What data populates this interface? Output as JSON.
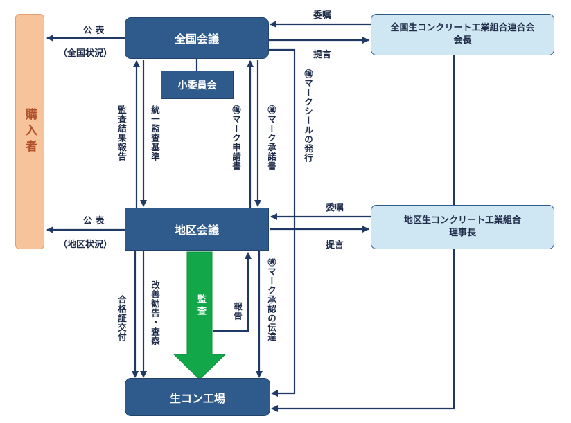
{
  "nodes": {
    "national_meeting": "全国会議",
    "subcommittee": "小委員会",
    "regional_meeting": "地区会議",
    "factory": "生コン工場",
    "buyer": "購入者",
    "national_federation": [
      "全国生コンクリート工業組合連合会",
      "会長"
    ],
    "regional_union": [
      "地区生コンクリート工業組合",
      "理事長"
    ]
  },
  "edge_labels": {
    "top_publish": "公 表",
    "top_publish_note": "（全国状況）",
    "top_entrust": "委嘱",
    "top_propose": "提言",
    "mid_publish": "公 表",
    "mid_publish_note": "（地区状況）",
    "mid_entrust": "委嘱",
    "mid_propose": "提言",
    "audit_result_report": "監査結果報告",
    "unified_audit_standard": "統一監査基準",
    "mark_application": "㊜マーク申請書",
    "mark_approval_doc": "㊜マーク承諾書",
    "mark_seal_issue": "㊜マークシールの発行",
    "certificate_issue": "合格証交付",
    "improvement_recommendation": "改善勧告・査察",
    "audit": "監査",
    "report": "報告",
    "mark_approval_notice": "㊜マーク承認の伝達"
  },
  "colors": {
    "navy": "#2f5a8c",
    "line": "#1f3864",
    "light_blue": "#cfe7f2",
    "peach": "#f6c39a",
    "green": "#12a84a"
  }
}
